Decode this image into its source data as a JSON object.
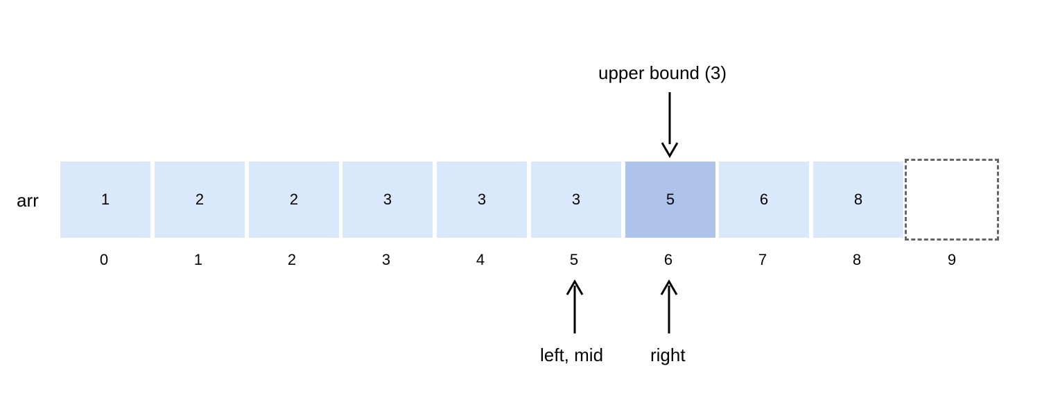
{
  "array": {
    "name": "arr",
    "values": [
      "1",
      "2",
      "2",
      "3",
      "3",
      "3",
      "5",
      "6",
      "8",
      ""
    ],
    "indices": [
      "0",
      "1",
      "2",
      "3",
      "4",
      "5",
      "6",
      "7",
      "8",
      "9"
    ],
    "highlighted_index": 6,
    "empty_slot_index": 9
  },
  "pointers": {
    "upper_bound": "upper bound (3)",
    "left_mid": "left, mid",
    "right": "right"
  },
  "colors": {
    "cell_fill": "#dae8fc",
    "highlight_fill": "#aec3e9",
    "empty_border": "#666666",
    "arrow": "#000000"
  }
}
